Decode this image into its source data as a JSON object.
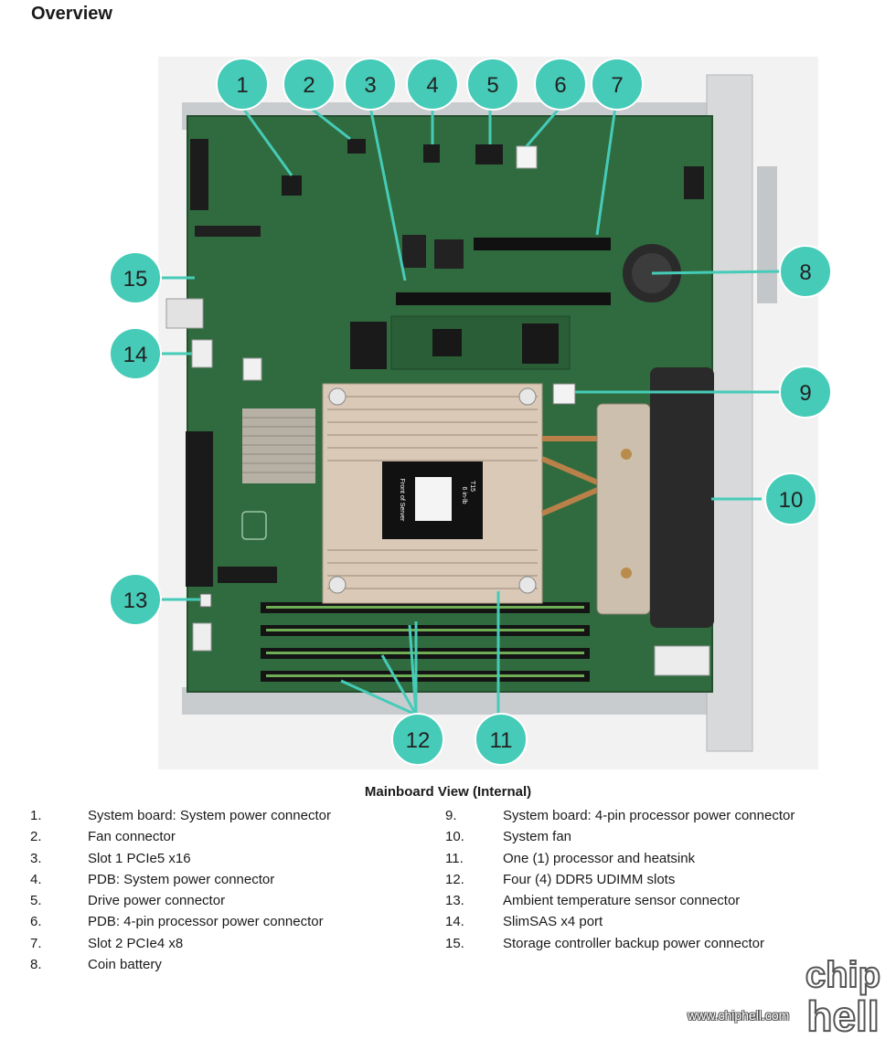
{
  "page": {
    "title": "Overview",
    "caption": "Mainboard View (Internal)"
  },
  "figure": {
    "callout_numbers": [
      "1",
      "2",
      "3",
      "4",
      "5",
      "6",
      "7",
      "8",
      "9",
      "10",
      "11",
      "12",
      "13",
      "14",
      "15"
    ],
    "heatsink_label": "Front of Server",
    "heatsink_t_label": "T15",
    "heatsink_sub_label": "6 in-lb",
    "callout_color": "#46cbb8",
    "board_color": "#2f6b3e"
  },
  "legend_left": [
    {
      "num": "1.",
      "text": "System board: System power connector"
    },
    {
      "num": "2.",
      "text": "Fan connector"
    },
    {
      "num": "3.",
      "text": "Slot 1 PCIe5 x16"
    },
    {
      "num": "4.",
      "text": "PDB: System power connector"
    },
    {
      "num": "5.",
      "text": "Drive power connector"
    },
    {
      "num": "6.",
      "text": "PDB: 4-pin processor power connector"
    },
    {
      "num": "7.",
      "text": "Slot 2 PCIe4 x8"
    },
    {
      "num": "8.",
      "text": "Coin battery"
    }
  ],
  "legend_right": [
    {
      "num": "9.",
      "text": "System board: 4-pin processor power connector"
    },
    {
      "num": "10.",
      "text": "System fan"
    },
    {
      "num": "11.",
      "text": "One (1) processor and heatsink"
    },
    {
      "num": "12.",
      "text": "Four (4) DDR5 UDIMM slots"
    },
    {
      "num": "13.",
      "text": "Ambient temperature sensor connector"
    },
    {
      "num": "14.",
      "text": "SlimSAS x4 port"
    },
    {
      "num": "15.",
      "text": "Storage controller backup power connector"
    }
  ],
  "watermark": {
    "url": "www.chiphell.com",
    "logo_line1": "chip",
    "logo_line2": "hell"
  }
}
